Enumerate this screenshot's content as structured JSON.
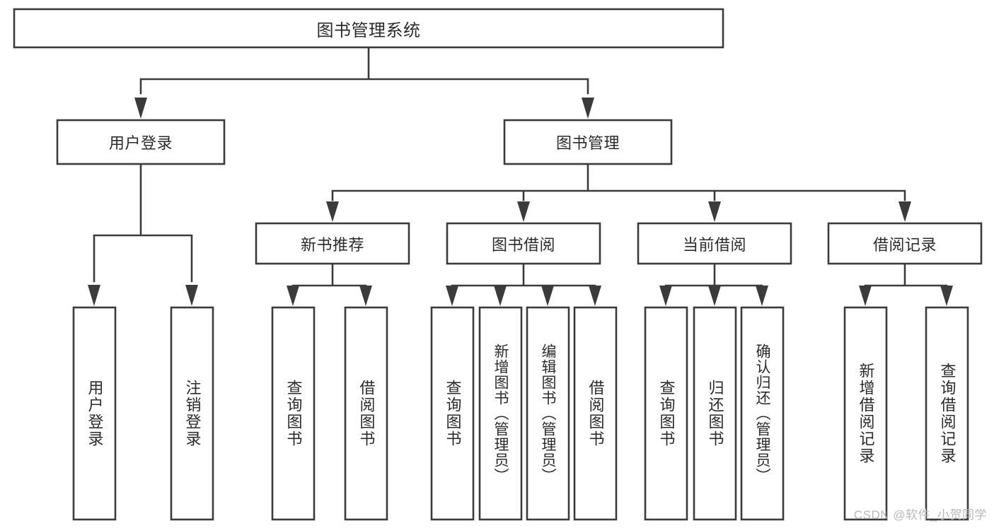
{
  "diagram": {
    "title": "图书管理系统",
    "type": "tree-hierarchy",
    "orientation": "top-down",
    "colors": {
      "box_stroke": "#3b3b3b",
      "box_fill": "#ffffff",
      "text": "#2b2b2b",
      "background": "#ffffff",
      "watermark": "#b9b9b9"
    },
    "root": {
      "label": "图书管理系统"
    },
    "level2": [
      {
        "label": "用户登录"
      },
      {
        "label": "图书管理"
      }
    ],
    "level3": [
      {
        "label": "新书推荐"
      },
      {
        "label": "图书借阅"
      },
      {
        "label": "当前借阅"
      },
      {
        "label": "借阅记录"
      }
    ],
    "leaves": {
      "user_login": [
        {
          "label": "用户登录"
        },
        {
          "label": "注销登录"
        }
      ],
      "new_book_recommend": [
        {
          "label": "查询图书"
        },
        {
          "label": "借阅图书"
        }
      ],
      "book_borrow": [
        {
          "label": "查询图书"
        },
        {
          "label": "新增图书（管理员）"
        },
        {
          "label": "编辑图书（管理员）"
        },
        {
          "label": "借阅图书"
        }
      ],
      "current_borrow": [
        {
          "label": "查询图书"
        },
        {
          "label": "归还图书"
        },
        {
          "label": "确认归还（管理员）"
        }
      ],
      "borrow_record": [
        {
          "label": "新增借阅记录"
        },
        {
          "label": "查询借阅记录"
        }
      ]
    }
  },
  "watermark": {
    "text": "CSDN @软件_小贺同学"
  }
}
